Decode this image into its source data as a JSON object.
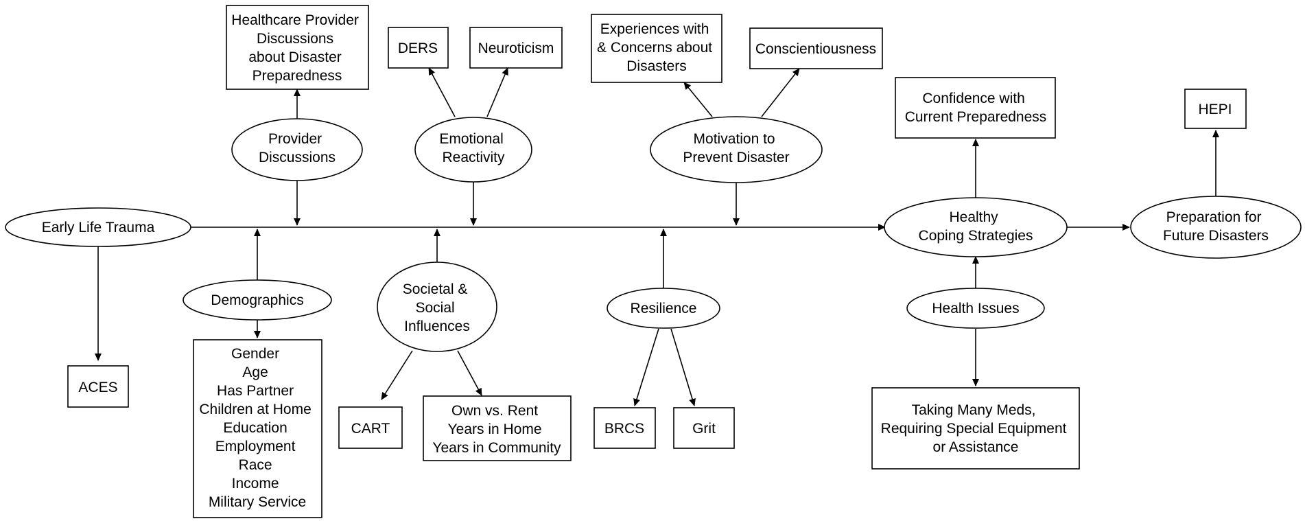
{
  "nodes": {
    "early_life_trauma": [
      "Early Life Trauma"
    ],
    "aces": [
      "ACES"
    ],
    "demographics": [
      "Demographics"
    ],
    "demographics_list": [
      "Gender",
      "Age",
      "Has Partner",
      "Children at Home",
      "Education",
      "Employment",
      "Race",
      "Income",
      "Military Service"
    ],
    "provider_discussions": [
      "Provider",
      "Discussions"
    ],
    "healthcare_provider_box": [
      "Healthcare Provider",
      "Discussions",
      "about Disaster",
      "Preparedness"
    ],
    "emotional_reactivity": [
      "Emotional",
      "Reactivity"
    ],
    "ders": [
      "DERS"
    ],
    "neuroticism": [
      "Neuroticism"
    ],
    "societal_influences": [
      "Societal &",
      "Social",
      "Influences"
    ],
    "cart": [
      "CART"
    ],
    "own_vs_rent": [
      "Own vs. Rent",
      "Years in Home",
      "Years in Community"
    ],
    "motivation": [
      "Motivation to",
      "Prevent Disaster"
    ],
    "experiences": [
      "Experiences with",
      "& Concerns about",
      "Disasters"
    ],
    "conscientiousness": [
      "Conscientiousness"
    ],
    "resilience": [
      "Resilience"
    ],
    "brcs": [
      "BRCS"
    ],
    "grit": [
      "Grit"
    ],
    "healthy_coping": [
      "Healthy",
      "Coping Strategies"
    ],
    "confidence": [
      "Confidence with",
      "Current Preparedness"
    ],
    "health_issues": [
      "Health Issues"
    ],
    "meds_box": [
      "Taking Many Meds,",
      "Requiring Special Equipment",
      "or Assistance"
    ],
    "preparation": [
      "Preparation for",
      "Future Disasters"
    ],
    "hepi": [
      "HEPI"
    ]
  }
}
